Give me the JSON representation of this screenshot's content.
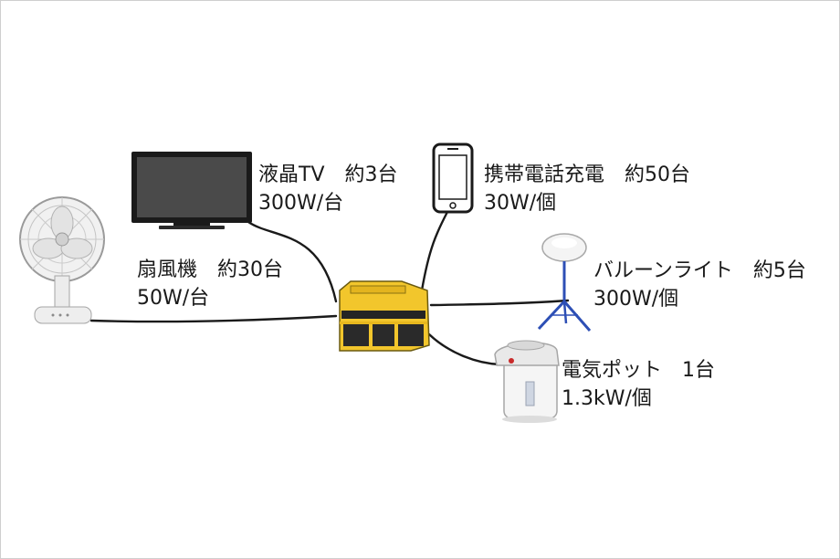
{
  "title": "",
  "devices": [
    {
      "key": "tv",
      "name": "液晶TV　約3台",
      "power": "300W/台"
    },
    {
      "key": "phone",
      "name": "携帯電話充電　約50台",
      "power": "30W/個"
    },
    {
      "key": "fan",
      "name": "扇風機　約30台",
      "power": "50W/台"
    },
    {
      "key": "balloon",
      "name": "バルーンライト　約5台",
      "power": "300W/個"
    },
    {
      "key": "pot",
      "name": "電気ポット　1台",
      "power": "1.3kW/個"
    }
  ]
}
